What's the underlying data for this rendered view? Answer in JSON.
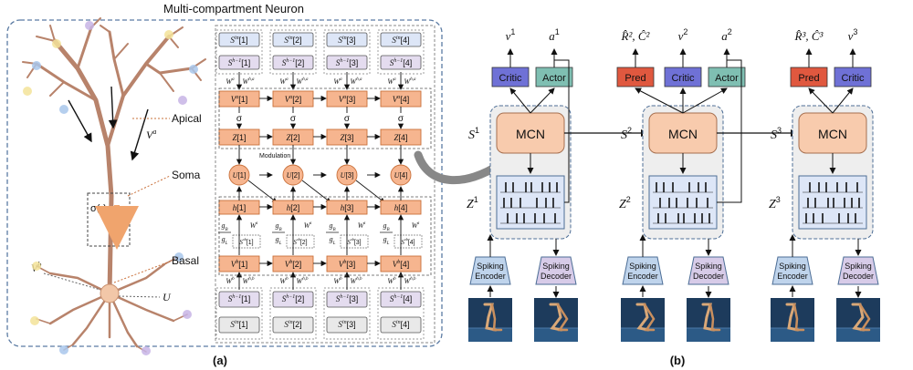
{
  "panel_a": {
    "title": "Multi-compartment Neuron",
    "label": "(a)",
    "side_labels": {
      "apical": "Apical",
      "soma": "Soma",
      "basal": "Basal"
    },
    "neuron_labels": {
      "va": "V",
      "va_sup": "a",
      "sigma": "σ(·)",
      "vb": "V",
      "vb_sup": "b",
      "u": "U"
    },
    "columns": [
      "1",
      "2",
      "3",
      "4"
    ],
    "row_in_top": "S",
    "row_in_top_sup": "in",
    "row_prev_top": "S",
    "row_prev_top_sup": "h−1",
    "weight_a": "W",
    "weight_a_sup": "a",
    "weight_ha": "W",
    "weight_ha_sup": "h,a",
    "va_node": "V",
    "va_node_sup": "a",
    "sigma_small": "σ",
    "z_node": "Z",
    "modulation": "Modulation",
    "u_node": "U",
    "h_node": "h",
    "ws": "W",
    "ws_sup": "s",
    "gb": "g",
    "gb_sub": "B",
    "gl": "g",
    "gl_sub": "L",
    "sob": "S",
    "sob_sup": "ob",
    "vb_node": "V",
    "vb_node_sup": "b",
    "weight_b": "W",
    "weight_b_sup": "b",
    "weight_hb": "W",
    "weight_hb_sup": "h,b",
    "row_prev_bot": "S",
    "row_prev_bot_sup": "h−1",
    "row_in_bot": "S",
    "row_in_bot_sup": "in"
  },
  "panel_b": {
    "label": "(b)",
    "mcn": "MCN",
    "critic": "Critic",
    "actor": "Actor",
    "pred": "Pred",
    "spiking_encoder_line1": "Spiking",
    "spiking_encoder_line2": "Encoder",
    "spiking_decoder_line1": "Spiking",
    "spiking_decoder_line2": "Decoder",
    "s_sym": "S",
    "z_sym": "Z",
    "v_sym": "v",
    "a_sym": "a",
    "pred_out_2": "R̂², Ĉ²",
    "pred_out_3": "R̂³, Ĉ³",
    "steps": [
      "1",
      "2",
      "3"
    ]
  },
  "colors": {
    "orange_node": "#f6b58f",
    "orange_border": "#c9703a",
    "blue_box": "#dde6f7",
    "purple_box": "#e4dcef",
    "gray_box": "#e9e9e9",
    "critic": "#6f71d6",
    "actor": "#7fbfb2",
    "pred": "#e0583f",
    "mcn": "#f8cbad",
    "encoder": "#bfd4ec",
    "decoder": "#d7cbe8",
    "dendrite": "#b8836b"
  }
}
